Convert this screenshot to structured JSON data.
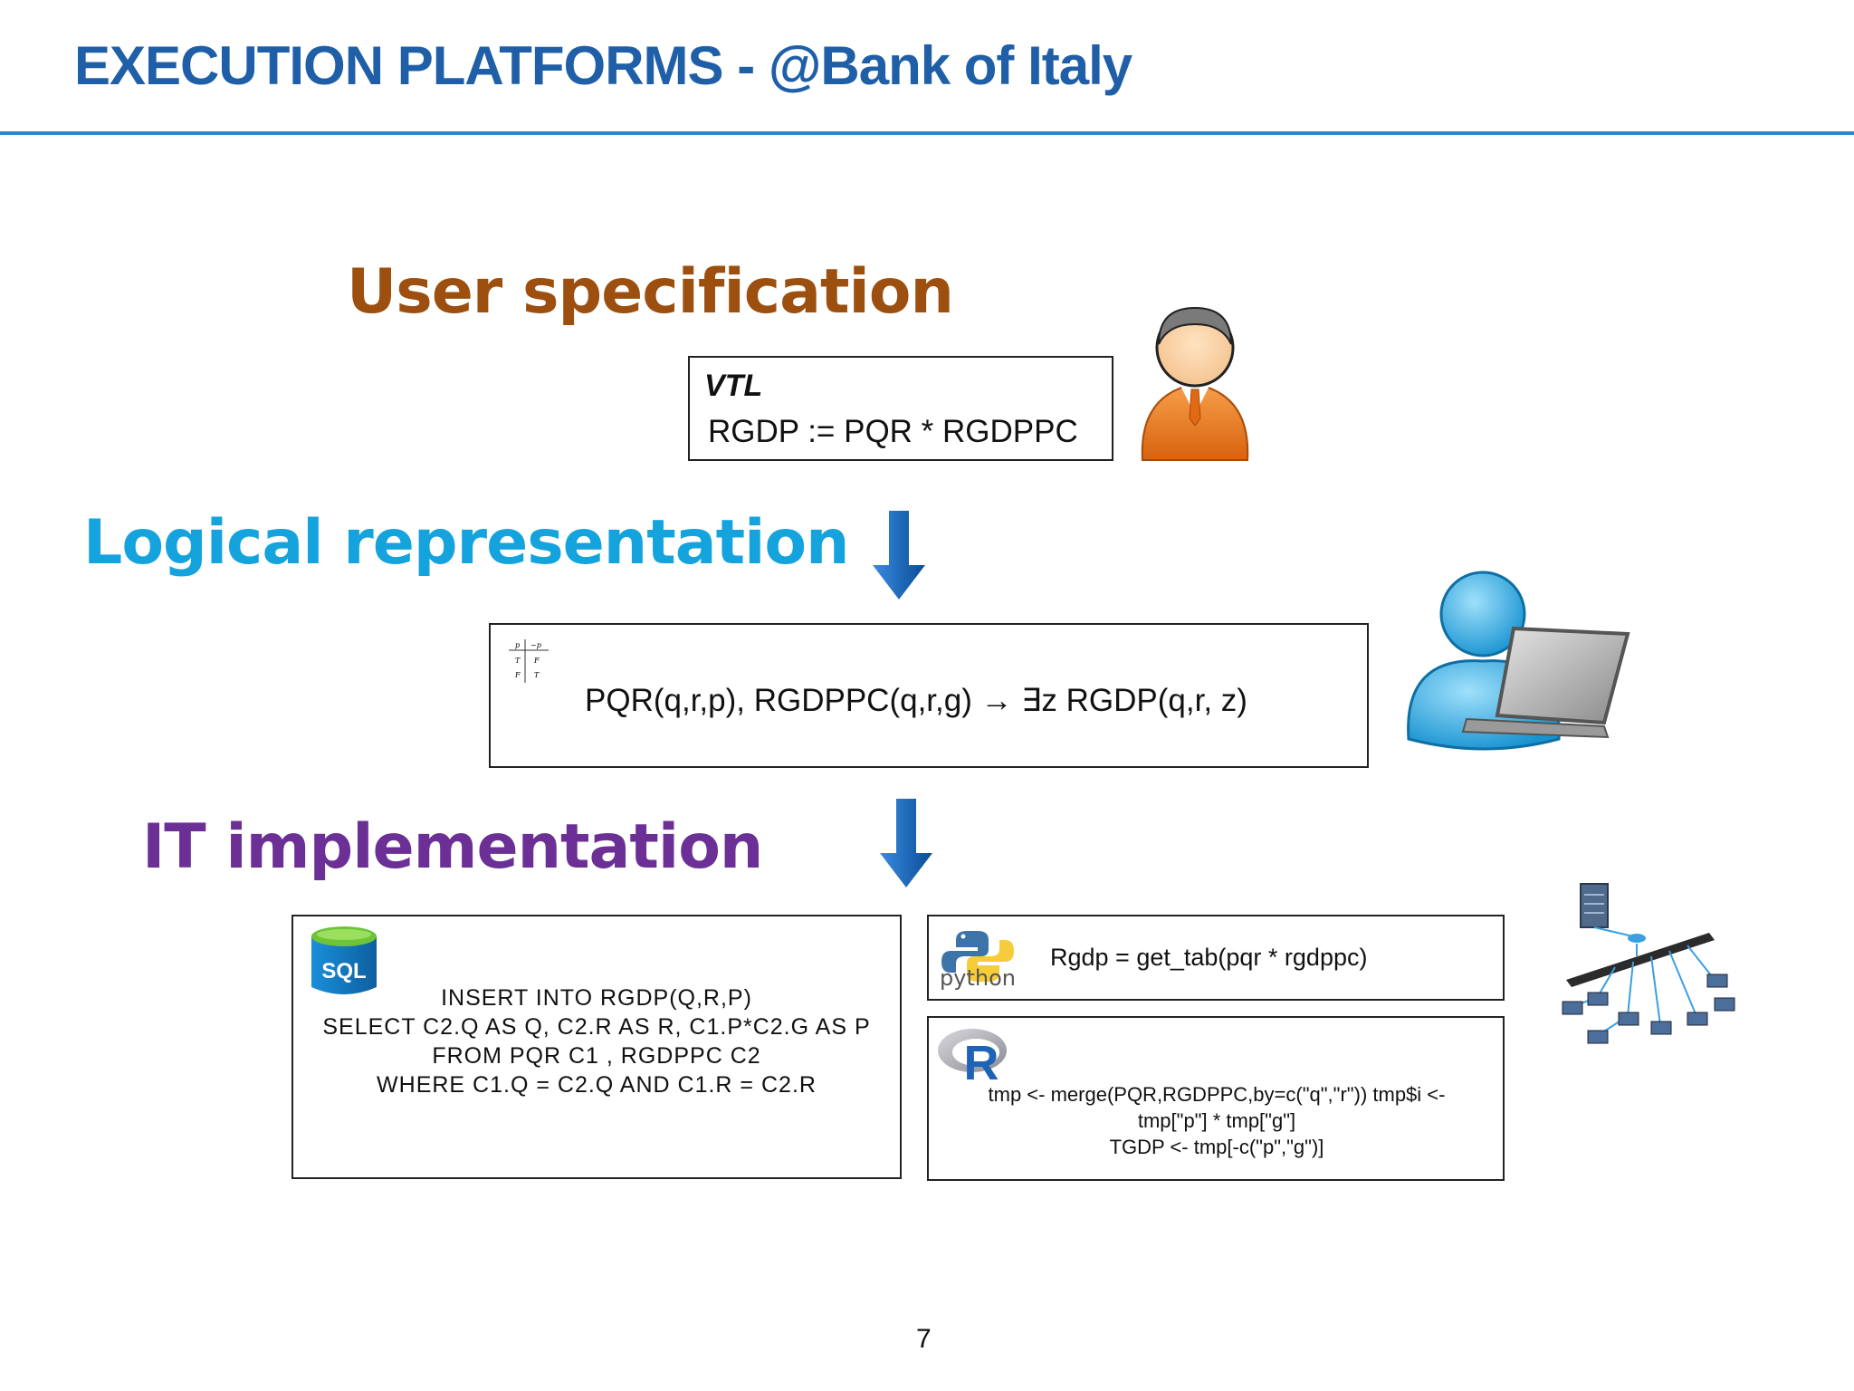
{
  "slide": {
    "title": "EXECUTION PLATFORMS - @Bank of Italy",
    "page_number": "7"
  },
  "sections": {
    "user_specification": {
      "heading": "User specification",
      "box_label": "VTL",
      "expression": "RGDP := PQR * RGDPPC"
    },
    "logical_representation": {
      "heading": "Logical representation",
      "expression": "PQR(q,r,p), RGDPPC(q,r,g) → ∃z RGDP(q,r, z)"
    },
    "it_implementation": {
      "heading": "IT implementation",
      "sql": {
        "logo_text": "SQL",
        "lines": [
          "INSERT INTO RGDP(Q,R,P)",
          "SELECT C2.Q AS Q, C2.R AS R, C1.P*C2.G AS P",
          "FROM PQR C1 , RGDPPC C2",
          "WHERE C1.Q = C2.Q AND C1.R = C2.R"
        ]
      },
      "python": {
        "logo_text": "python",
        "code": "Rgdp = get_tab(pqr * rgdppc)"
      },
      "r": {
        "logo_text": "R",
        "lines": [
          "tmp <- merge(PQR,RGDPPC,by=c(\"q\",\"r\")) tmp$i <-",
          "tmp[\"p\"] * tmp[\"g\"]",
          "TGDP <- tmp[-c(\"p\",\"g\")]"
        ]
      }
    }
  },
  "icons": {
    "user": "businessman-icon",
    "analyst": "user-laptop-icon",
    "network": "network-diagram-icon",
    "logic": "truth-table-icon",
    "arrow": "arrow-down-icon"
  },
  "colors": {
    "title": "#1f5fa8",
    "title_rule": "#2e86c9",
    "user_heading": "#9c4f0e",
    "logical_heading": "#15a3dd",
    "it_heading": "#6b2f96",
    "arrow": "#0f5fb0"
  }
}
